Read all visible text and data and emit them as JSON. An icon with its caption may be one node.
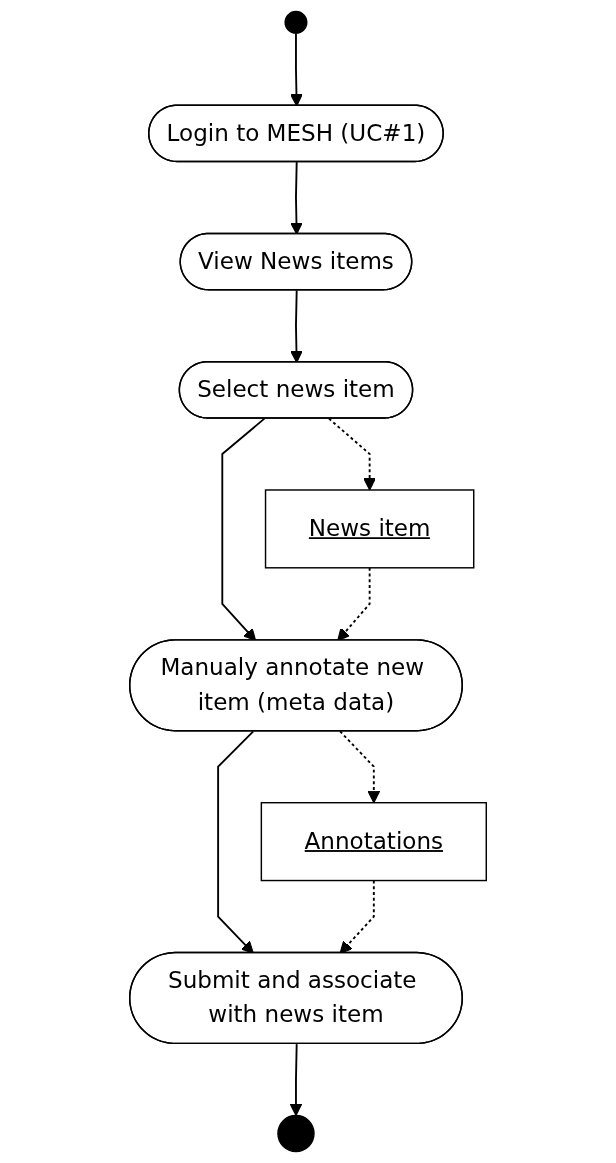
{
  "diagram": {
    "nodes": [
      {
        "text": [],
        "shape": "circle"
      },
      {
        "text": [
          "Login to MESH (UC#1)"
        ]
      },
      {
        "text": [
          "View News items"
        ]
      },
      {
        "text": [
          "Select news item"
        ]
      },
      {
        "text": [
          "News item"
        ]
      },
      {
        "text": [
          "Manualy annotate new item (meta data)"
        ]
      },
      {
        "text": [
          "Annotations"
        ]
      },
      {
        "text": [
          "Submit and associate with news item"
        ]
      },
      {
        "text": [],
        "shape": "circle"
      }
    ],
    "edges": [
      {
        "from": 0,
        "to": 1,
        "arrow": "to"
      },
      {
        "from": 1,
        "to": 2,
        "arrow": "to"
      },
      {
        "from": 2,
        "to": 3,
        "arrow": "to"
      },
      {
        "from": 3,
        "to": 4,
        "arrow": "to",
        "style": "dashed"
      },
      {
        "from": 3,
        "to": 5,
        "arrow": "to"
      },
      {
        "from": 4,
        "to": 5,
        "arrow": "to",
        "style": "dashed"
      },
      {
        "from": 5,
        "to": 6,
        "arrow": "to",
        "style": "dashed"
      },
      {
        "from": 5,
        "to": 7,
        "arrow": "to"
      },
      {
        "from": 6,
        "to": 7,
        "arrow": "to",
        "style": "dashed"
      },
      {
        "from": 7,
        "to": 8,
        "arrow": "to"
      }
    ]
  }
}
